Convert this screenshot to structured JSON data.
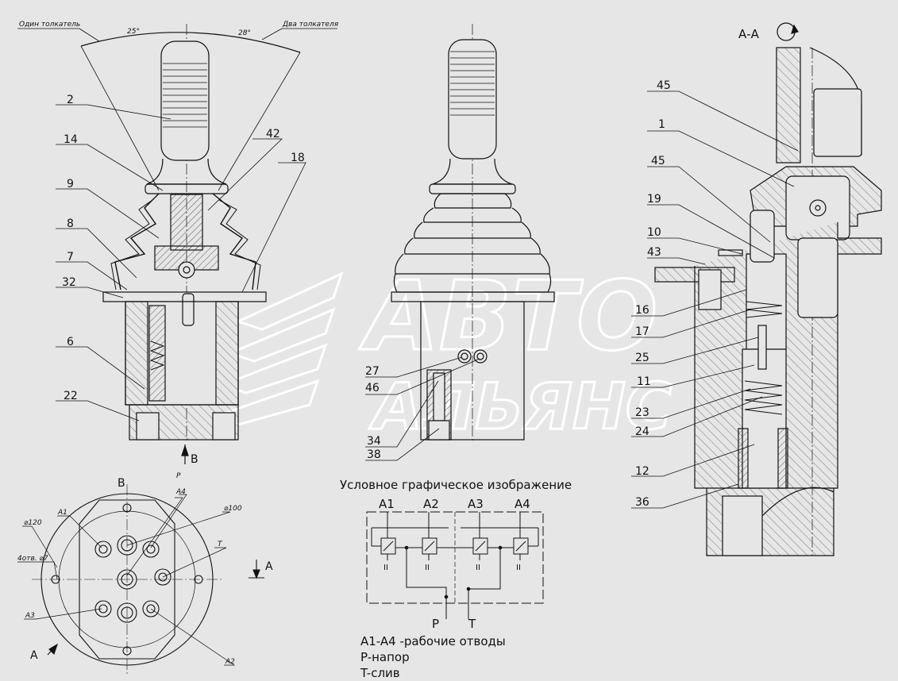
{
  "annotations": {
    "one_pusher": "Один толкатель",
    "two_pushers": "Два толкателя",
    "angle_left": "25°",
    "angle_right": "28°"
  },
  "section_title": "А-А",
  "view_b_arrow_label": "В",
  "view_b_title": "В",
  "view_a_label": "А",
  "view_a_bottom_label": "А",
  "callouts_left": [
    "2",
    "14",
    "42",
    "9",
    "18",
    "8",
    "7",
    "32",
    "6",
    "22"
  ],
  "callouts_middle": [
    "27",
    "46",
    "34",
    "38"
  ],
  "callouts_right": [
    "45",
    "1",
    "45",
    "19",
    "10",
    "43",
    "16",
    "17",
    "25",
    "11",
    "23",
    "24",
    "12",
    "36"
  ],
  "bottom_view_labels": {
    "p": "P",
    "a1": "A1",
    "a4": "A4",
    "d100": "⌀100",
    "d120": "⌀120",
    "holes": "4отв. ⌀7",
    "t": "T",
    "a3": "A3",
    "a2": "A2"
  },
  "schematic": {
    "title": "Условное графическое изображение",
    "ports": [
      "A1",
      "A2",
      "A3",
      "A4"
    ],
    "p": "P",
    "t": "T",
    "valve_mark": "II"
  },
  "legend": [
    "A1-A4 -рабочие отводы",
    "P-напор",
    "T-слив"
  ],
  "watermark": {
    "line1": "АВТО",
    "line2": "АЛЬЯНС"
  },
  "colors": {
    "background": "#e6e6e6",
    "line": "#111111",
    "watermark": "#ffffff"
  }
}
